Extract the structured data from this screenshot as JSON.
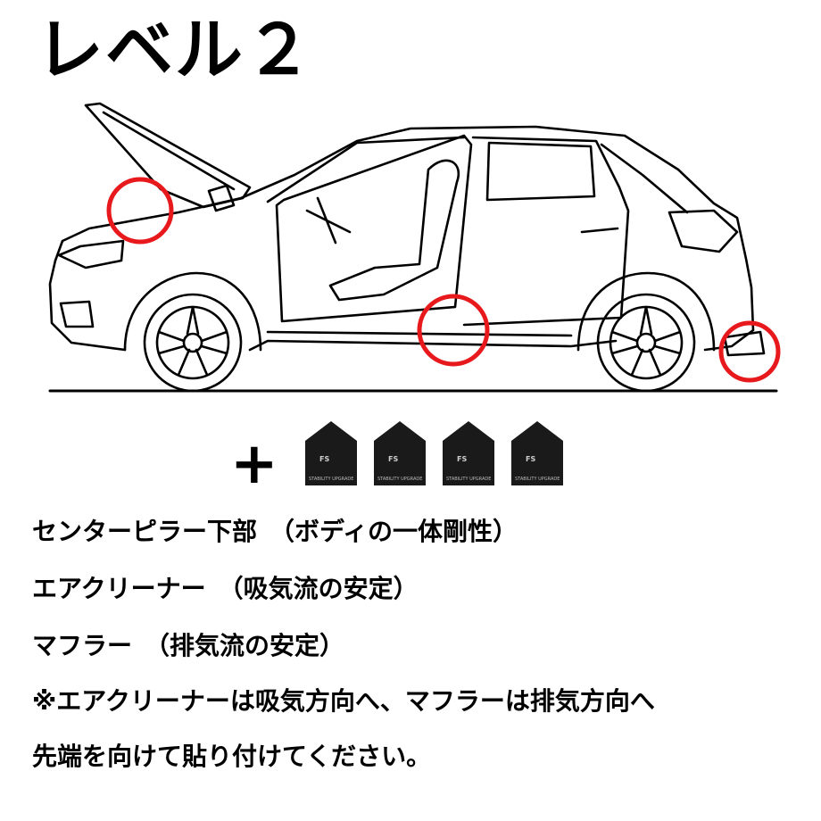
{
  "title": "レベル２",
  "plus_sign": "+",
  "tags": [
    {
      "logo": "FS",
      "label": "STABILITY UPGRADE"
    },
    {
      "logo": "FS",
      "label": "STABILITY UPGRADE"
    },
    {
      "logo": "FS",
      "label": "STABILITY UPGRADE"
    },
    {
      "logo": "FS",
      "label": "STABILITY UPGRADE"
    }
  ],
  "lines": [
    "センターピラー下部　（ボディの一体剛性）",
    "エアクリーナー　（吸気流の安定）",
    "マフラー　（排気流の安定）",
    "※エアクリーナーは吸気方向へ、マフラーは排気方向へ",
    "先端を向けて貼り付けてください。"
  ],
  "colors": {
    "marker": "#e8191c",
    "tag": "#1a1a1a",
    "line": "#000000"
  },
  "icons": [
    "car-outline-illustration",
    "red-circle-marker",
    "pentagon-sticker-icon"
  ]
}
